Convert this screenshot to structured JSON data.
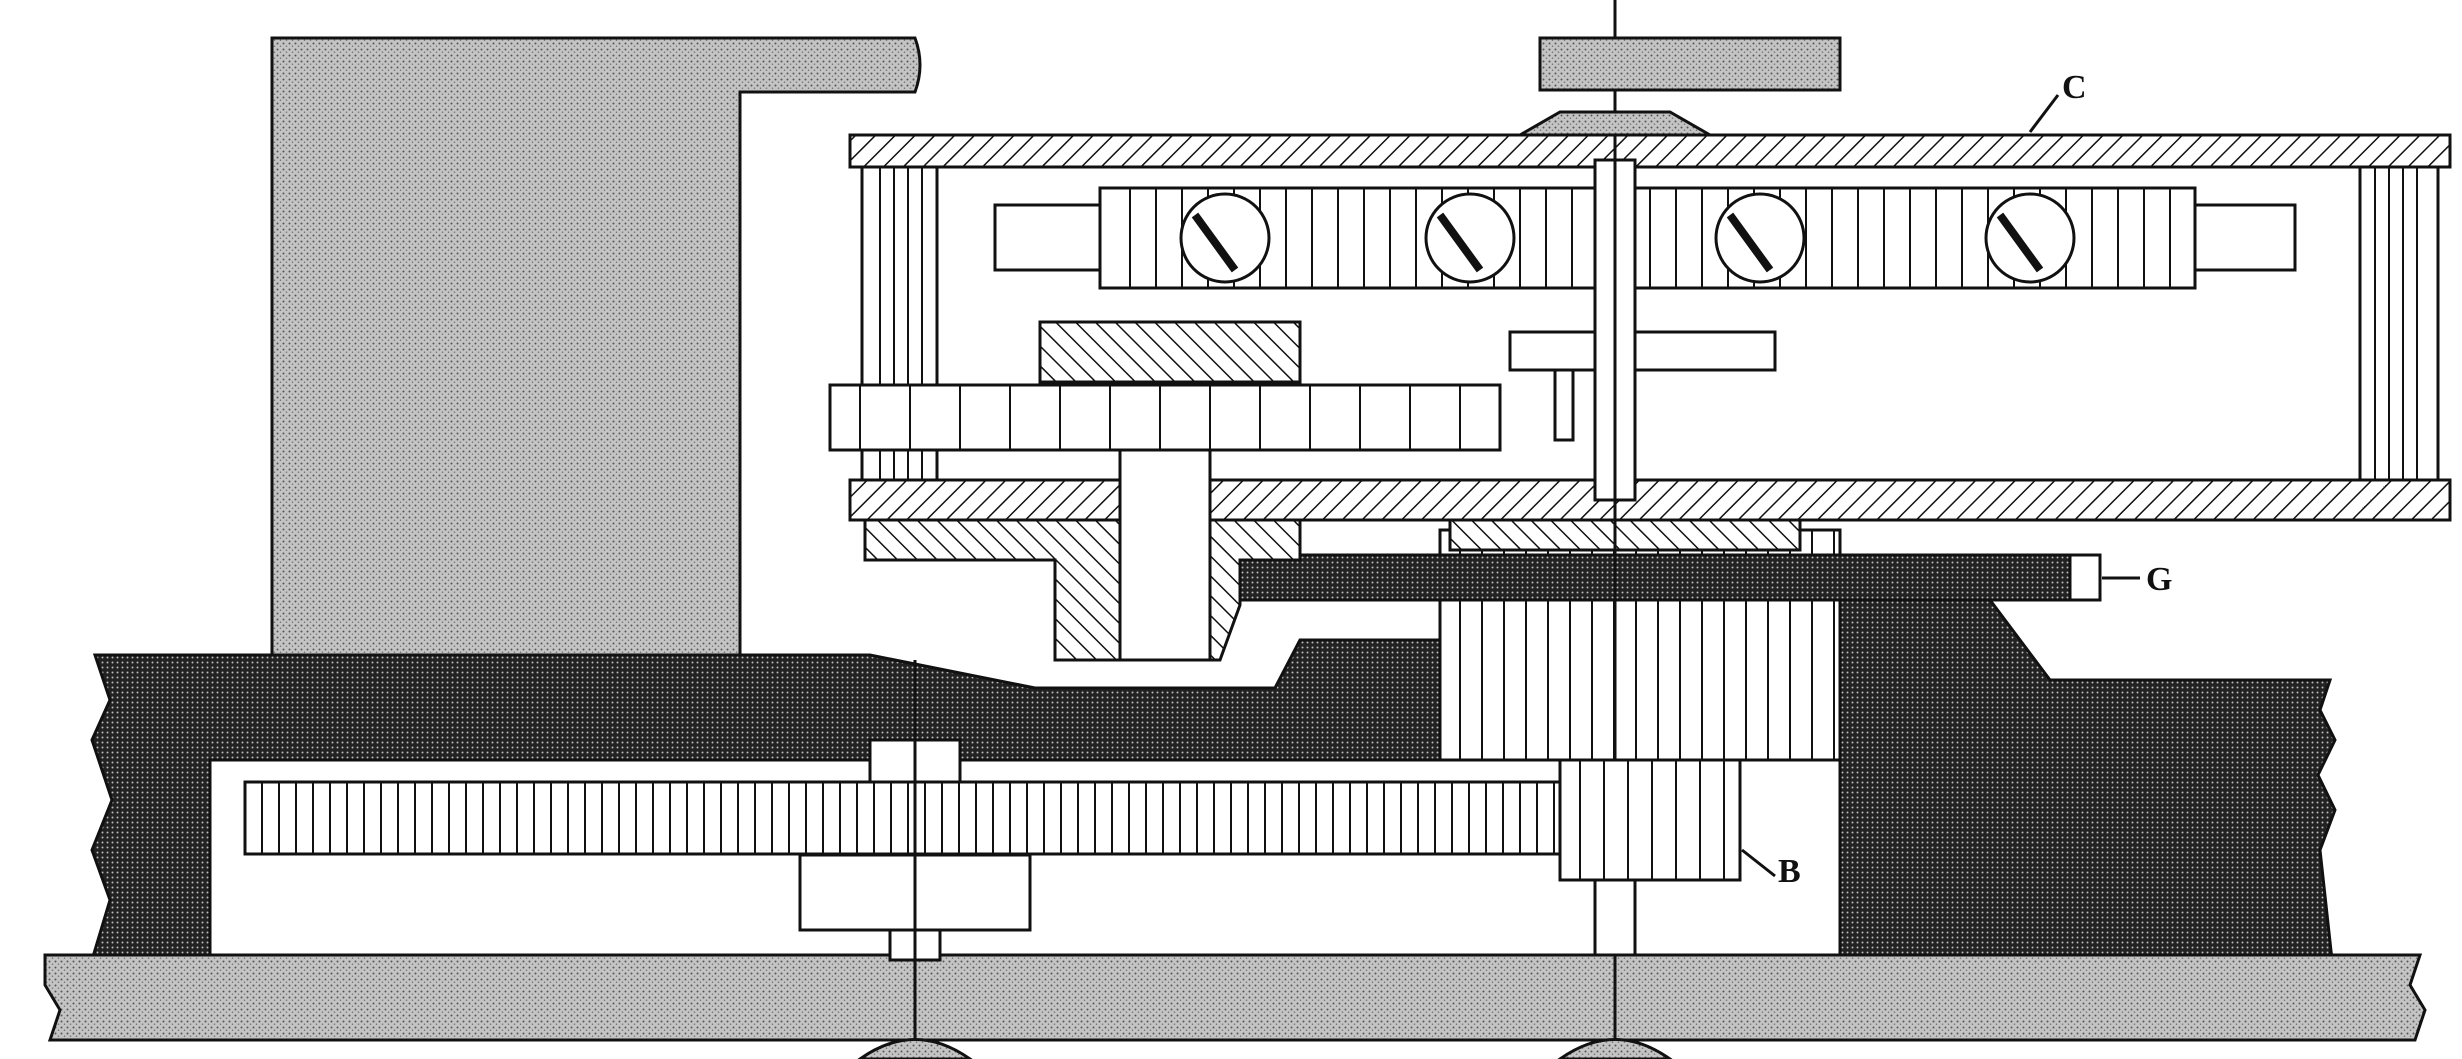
{
  "labels": {
    "c": "C",
    "g": "G",
    "b": "B"
  },
  "colors": {
    "ink": "#111111",
    "stipple": "#b5b5b5",
    "dark": "#2a2a2a",
    "paper": "#ffffff"
  }
}
